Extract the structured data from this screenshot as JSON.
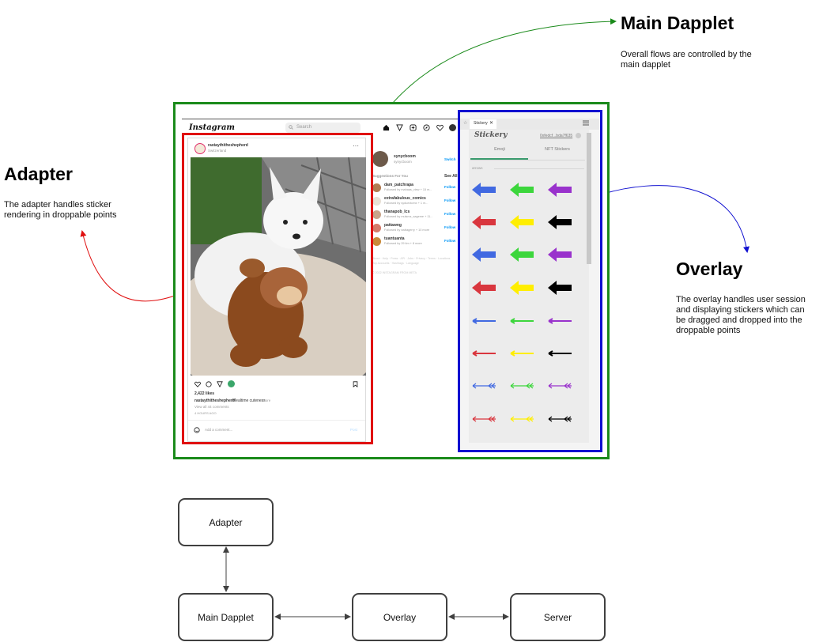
{
  "main_dapplet": {
    "title": "Main Dapplet",
    "desc_lines": [
      "Overall flows are controlled by the",
      "main dapplet"
    ]
  },
  "adapter": {
    "title": "Adapter",
    "desc_lines": [
      "The adapter handles sticker",
      "rendering in droppable points"
    ]
  },
  "overlay": {
    "title": "Overlay",
    "desc_lines": [
      "The overlay handles user session",
      "and displaying stickers which can",
      "be dragged and dropped into the",
      "droppable points"
    ]
  },
  "instagram": {
    "logo": "Instagram",
    "search_placeholder": "Search",
    "post": {
      "username": "rastaythitheshepherd",
      "location": "Switzerland",
      "likes": "2,422 likes",
      "caption_user": "rastaythitheshepherd",
      "caption_text": "Mealtime cuteness",
      "caption_more": "more",
      "view_comments": "View all 44 comments",
      "time": "4 HOURS AGO",
      "add_comment": "Add a comment...",
      "post_btn": "Post"
    },
    "sidebar": {
      "me_user": "synycboom",
      "me_name": "synycboom",
      "switch": "Switch",
      "suggestions_title": "Suggestions For You",
      "see_all": "See All",
      "follow": "Follow",
      "suggestions": [
        {
          "name": "dam_patchrapa",
          "sub": "Followed by mahaas_view + 15 m..."
        },
        {
          "name": "extrafabulous_comics",
          "sub": "Followed by syduectomx + 1 m..."
        },
        {
          "name": "thanapob_lcs",
          "sub": "Followed by mulsmz_sageme + 11..."
        },
        {
          "name": "pattawng",
          "sub": "Followed by swttagerry + 10 more"
        },
        {
          "name": "tuantuanta",
          "sub": "Followed by 29 itm + 8 more"
        }
      ],
      "footer1": "About · Help · Press · API · Jobs · Privacy · Terms · Locations",
      "footer2": "Top Accounts · Hashtags · Language",
      "footer3": "© 2022 INSTAGRAM FROM META"
    }
  },
  "overlay_panel": {
    "tab_label": "Stickery",
    "logo": "Stickery",
    "wallet": "0xfedcf...bda7f635",
    "tabs": [
      "Emoji",
      "NFT Stickers"
    ],
    "section_label": "arrows",
    "arrow_colors": [
      "#4169e1",
      "#3cd63c",
      "#9932cc",
      "#d9363e",
      "#ffee00",
      "#000000"
    ],
    "rows": [
      {
        "style": "block",
        "colors": [
          "#4169e1",
          "#3cd63c",
          "#9932cc"
        ]
      },
      {
        "style": "block",
        "colors": [
          "#d9363e",
          "#ffee00",
          "#000000"
        ]
      },
      {
        "style": "block",
        "colors": [
          "#4169e1",
          "#3cd63c",
          "#9932cc"
        ]
      },
      {
        "style": "block",
        "colors": [
          "#d9363e",
          "#ffee00",
          "#000000"
        ]
      },
      {
        "style": "thin",
        "colors": [
          "#4169e1",
          "#3cd63c",
          "#9932cc"
        ]
      },
      {
        "style": "thin",
        "colors": [
          "#d9363e",
          "#ffee00",
          "#000000"
        ]
      },
      {
        "style": "feather",
        "colors": [
          "#4169e1",
          "#3cd63c",
          "#9932cc"
        ]
      },
      {
        "style": "feather",
        "colors": [
          "#d9363e",
          "#ffee00",
          "#000000"
        ]
      }
    ]
  },
  "flow_boxes": {
    "adapter": "Adapter",
    "main_dapplet": "Main Dapplet",
    "overlay": "Overlay",
    "server": "Server"
  },
  "connector_colors": {
    "green": "#1a8a1a",
    "red": "#e01010",
    "blue": "#1010d0",
    "gray": "#404040"
  }
}
